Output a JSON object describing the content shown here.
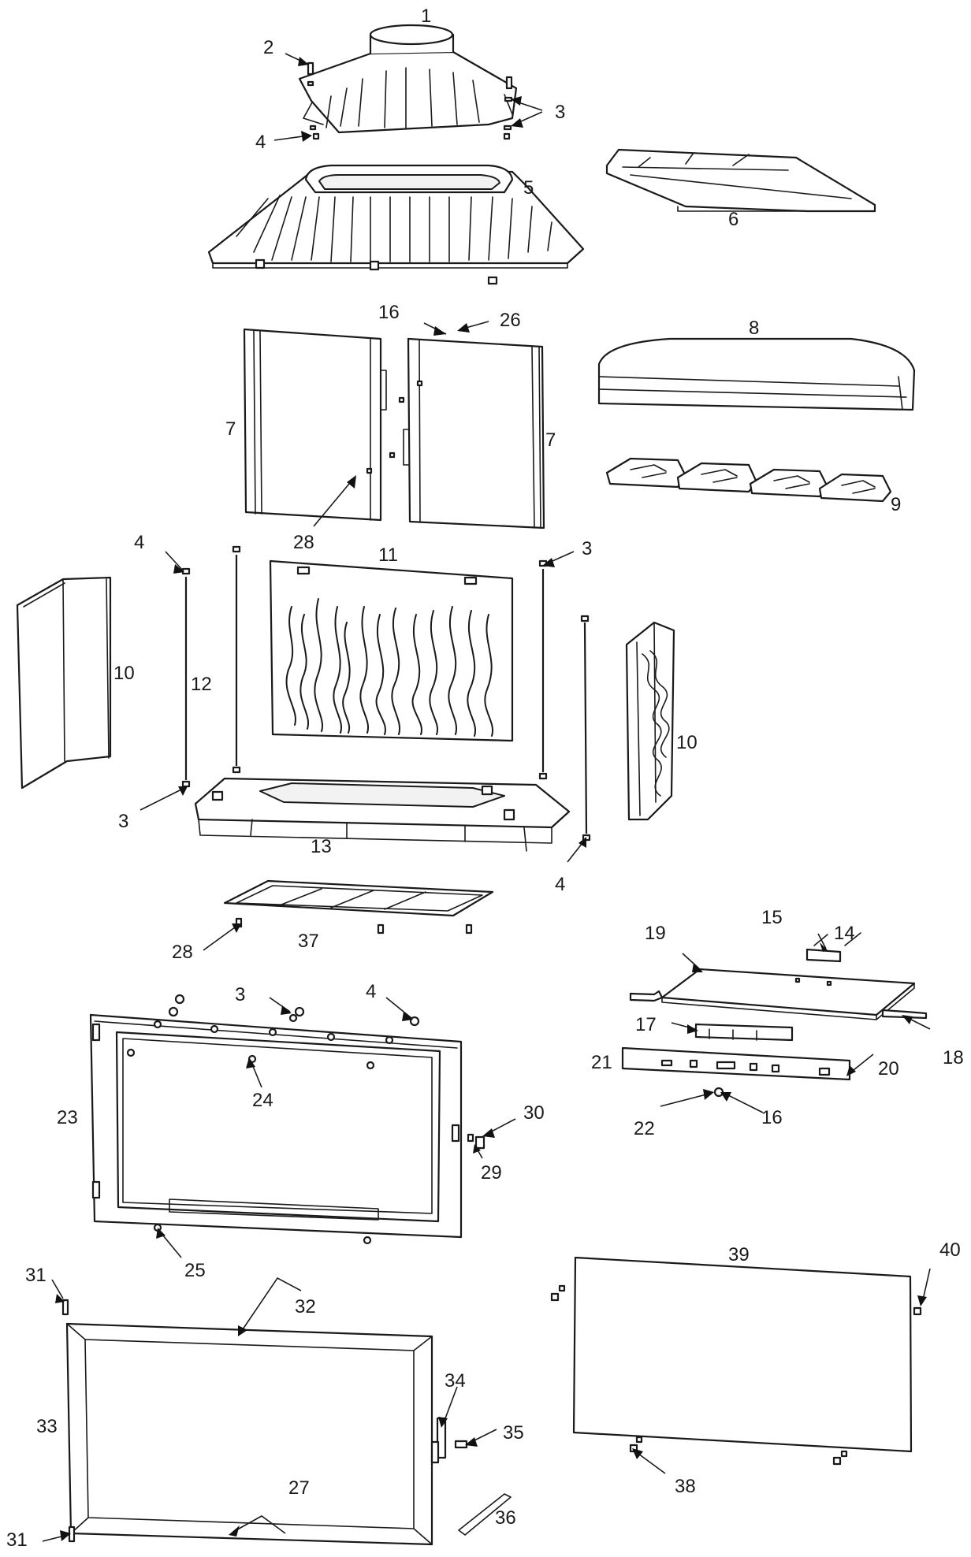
{
  "diagram": {
    "callout_labels": {
      "c1": "1",
      "c2": "2",
      "c3a": "3",
      "c4a": "4",
      "c5": "5",
      "c6": "6",
      "c16a": "16",
      "c26": "26",
      "c8": "8",
      "c7a": "7",
      "c7b": "7",
      "c28a": "28",
      "c9": "9",
      "c4b": "4",
      "c11": "11",
      "c3b": "3",
      "c10a": "10",
      "c12": "12",
      "c10b": "10",
      "c3c": "3",
      "c13": "13",
      "c4c": "4",
      "c15": "15",
      "c14": "14",
      "c19": "19",
      "c28b": "28",
      "c37": "37",
      "c3d": "3",
      "c4d": "4",
      "c17": "17",
      "c18": "18",
      "c21": "21",
      "c20": "20",
      "c24": "24",
      "c23": "23",
      "c22": "22",
      "c16b": "16",
      "c30": "30",
      "c29": "29",
      "c25": "25",
      "c39": "39",
      "c40": "40",
      "c31a": "31",
      "c32": "32",
      "c34": "34",
      "c33": "33",
      "c35": "35",
      "c38": "38",
      "c27": "27",
      "c36": "36",
      "c31b": "31"
    }
  }
}
